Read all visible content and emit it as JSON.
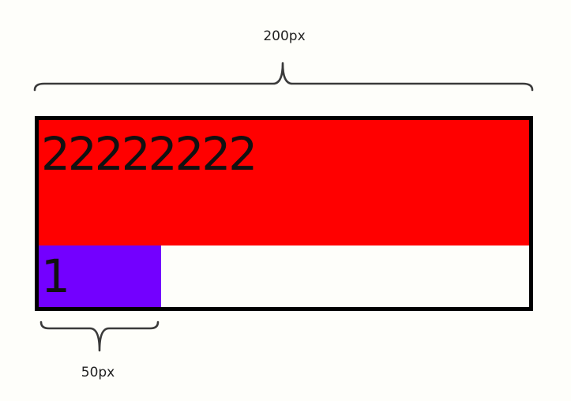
{
  "dimensions": {
    "top_label": "200px",
    "bottom_label": "50px"
  },
  "container": {
    "border_color": "#000000"
  },
  "block_wide": {
    "text": "22222222",
    "color": "#ff0000"
  },
  "block_narrow": {
    "text": "1",
    "color": "#7300ff"
  }
}
